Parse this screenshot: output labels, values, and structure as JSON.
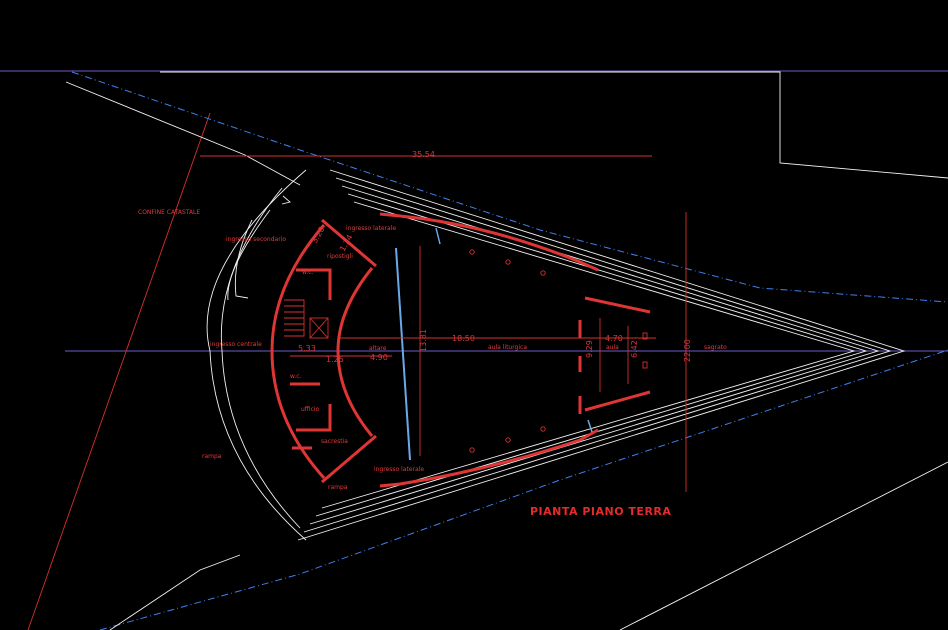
{
  "drawing": {
    "title": "PIANTA PIANO TERRA",
    "labels": {
      "confine": "CONFINE CATASTALE",
      "ingresso_laterale_top": "ingresso laterale",
      "ingresso_laterale_bottom": "ingresso laterale",
      "ingresso_centrale": "ingresso centrale",
      "ingresso_secondario": "ingresso secondario",
      "ripostigli": "ripostigli",
      "wc_top": "w.c.",
      "wc_bottom": "w.c.",
      "ufficio": "ufficio",
      "sacrestia": "sacrestia",
      "rampa_left": "rampa",
      "rampa_bottom": "rampa",
      "altare": "altare",
      "aula_liturgica": "aula liturgica",
      "aula": "aula",
      "sagrato": "sagrato"
    },
    "dimensions": {
      "top": "35.54",
      "d1850": "18.50",
      "d470": "4.70",
      "d533": "5.33",
      "d125": "1.25",
      "d490": "4.90",
      "d1381": "13.81",
      "d929": "9.29",
      "d642": "6.42",
      "d2200": "22.00",
      "d320": "3.20",
      "d124": "1.24"
    },
    "colors": {
      "background": "#000000",
      "outline": "#f2f2f2",
      "walls": "#e03535",
      "boundary": "#3f7ff0",
      "axis": "#6b5cc7"
    }
  }
}
